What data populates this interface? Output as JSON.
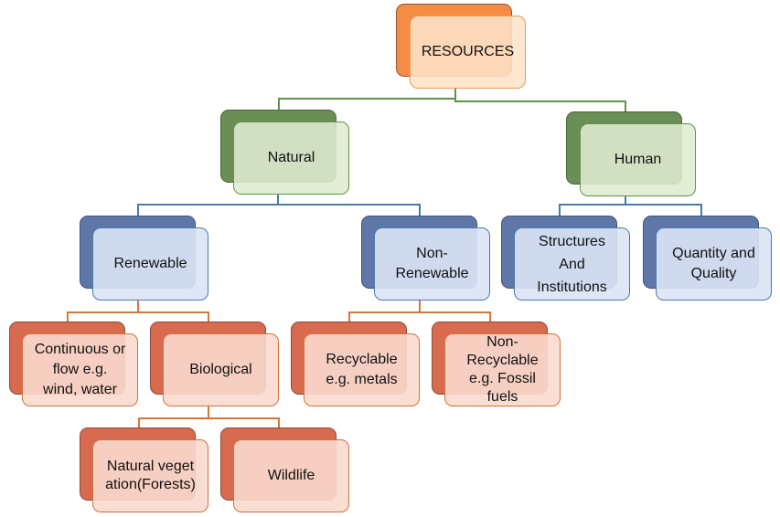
{
  "diagram": {
    "title": "Resources classification",
    "colors": {
      "root": "#f58b45",
      "level1": "#6a8e55",
      "level2": "#5e77a8",
      "level3": "#d86a50"
    },
    "nodes": {
      "resources": "RESOURCES",
      "natural": "Natural",
      "human": "Human",
      "renewable": "Renewable",
      "non_renewable": "Non-Renewable",
      "structures": "Structures And Institutions",
      "quantity_quality": "Quantity and Quality",
      "continuous": "Continuous or flow e.g. wind, water",
      "biological": "Biological",
      "recyclable": "Recyclable e.g. metals",
      "non_recyclable": "Non-Recyclable e.g. Fossil fuels",
      "natural_vegetation": "Natural vegetation(Forests)",
      "wildlife": "Wildlife"
    },
    "edges": [
      [
        "RESOURCES",
        "Natural"
      ],
      [
        "RESOURCES",
        "Human"
      ],
      [
        "Natural",
        "Renewable"
      ],
      [
        "Natural",
        "Non-Renewable"
      ],
      [
        "Human",
        "Structures And Institutions"
      ],
      [
        "Human",
        "Quantity and Quality"
      ],
      [
        "Renewable",
        "Continuous or flow e.g. wind, water"
      ],
      [
        "Renewable",
        "Biological"
      ],
      [
        "Non-Renewable",
        "Recyclable e.g. metals"
      ],
      [
        "Non-Renewable",
        "Non-Recyclable e.g. Fossil fuels"
      ],
      [
        "Biological",
        "Natural vegetation(Forests)"
      ],
      [
        "Biological",
        "Wildlife"
      ]
    ]
  }
}
